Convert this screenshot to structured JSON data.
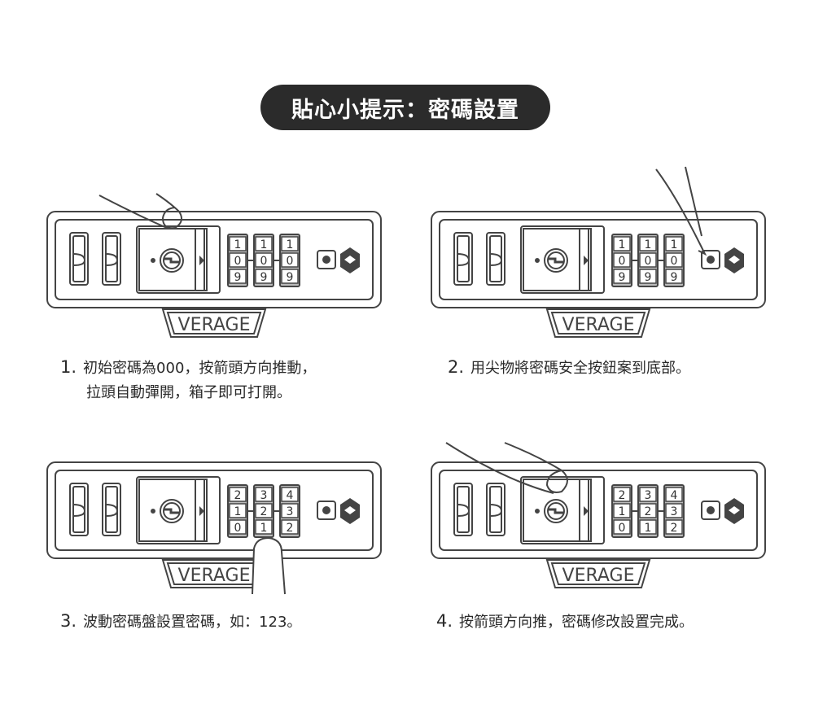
{
  "title": "貼心小提示：密碼設置",
  "brand": "VERAGE",
  "steps": [
    {
      "num": "1.",
      "line1": "初始密碼為000，按箭頭方向推動，",
      "line2": "拉頭自動彈開，箱子即可打開。",
      "dials": [
        [
          "1",
          "0",
          "9"
        ],
        [
          "1",
          "0",
          "9"
        ],
        [
          "1",
          "0",
          "9"
        ]
      ]
    },
    {
      "num": "2.",
      "line1": "用尖物將密碼安全按鈕案到底部。",
      "dials": [
        [
          "1",
          "0",
          "9"
        ],
        [
          "1",
          "0",
          "9"
        ],
        [
          "1",
          "0",
          "9"
        ]
      ]
    },
    {
      "num": "3.",
      "line1": "波動密碼盤設置密碼，如：123。",
      "dials": [
        [
          "2",
          "1",
          "0"
        ],
        [
          "3",
          "2",
          "1"
        ],
        [
          "4",
          "3",
          "2"
        ]
      ]
    },
    {
      "num": "4.",
      "line1": "按箭頭方向推，密碼修改設置完成。",
      "dials": [
        [
          "2",
          "1",
          "0"
        ],
        [
          "3",
          "2",
          "1"
        ],
        [
          "4",
          "3",
          "2"
        ]
      ]
    }
  ]
}
